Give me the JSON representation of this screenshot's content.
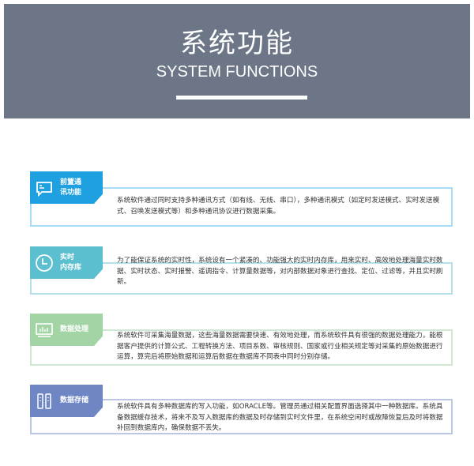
{
  "header": {
    "title": "系统功能",
    "subtitle": "SYSTEM FUNCTIONS"
  },
  "colors": {
    "header_bg": "#6c7687",
    "blue": "#1fa0e0",
    "teal": "#5bbfcf",
    "green": "#a3d4a6",
    "indigo": "#6f86c4"
  },
  "features": [
    {
      "label_line1": "前置通",
      "label_line2": "讯功能",
      "icon": "chat-screen-icon",
      "text": "系统软件通过同时支持多种通讯方式（如有线、无线、串口），多种通讯模式（如定时发送模式、实时发送模式、召唤发送模式等）和多种通讯协议进行数据采集。"
    },
    {
      "label_line1": "实时",
      "label_line2": "内存库",
      "icon": "clock-icon",
      "text": "为了能保证系统的实时性，系统设有一个紧凑的、功能强大的实时内存库，用来实时、高效地处理海量实时数据、实时状态、实时报警、遥调指令、计算量数据等，对内部数据对象进行查找、定位、过滤等，并且实时刷新。"
    },
    {
      "label": "数据处理",
      "icon": "monitor-chart-icon",
      "text": "系统软件可采集海量数据，这些海量数据需要快速、有效地处理，而系统软件具有很强的数据处理能力，能根据客户提供的计算公式、工程转换方法、项目系数、审核规则、国家或行业相关规定等对采集的原始数据进行运算，算完后将原始数据和运算后数据在数据库不同表中同时分别存储。"
    },
    {
      "label": "数据存储",
      "icon": "server-icon",
      "text": "系统软件具有多种数据库的写入功能，如ORACLE等。管理员通过相关配置界面选择其中一种数据库。系统具备数据缓存技术，将来不及写入数据库的数据及时存储到实时文件里，在系统空闲时或故障恢复后及时将数据补回到数据库内，确保数据不丢失。"
    }
  ]
}
